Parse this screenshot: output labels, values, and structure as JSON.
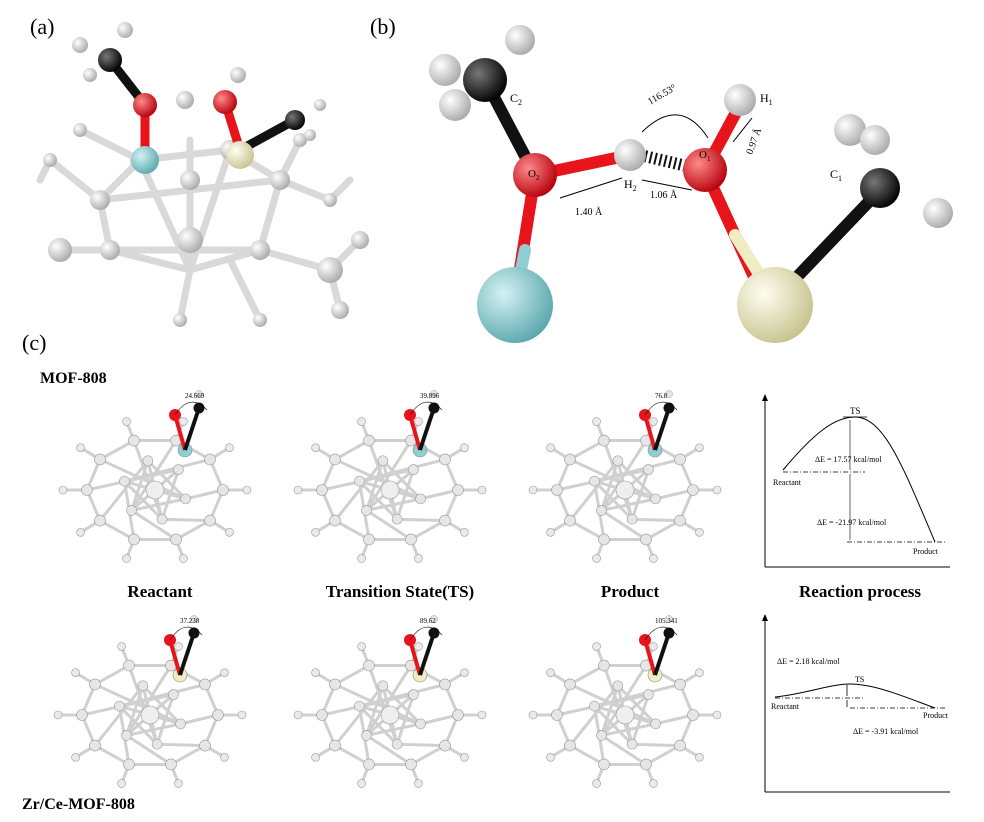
{
  "panels": {
    "a": "(a)",
    "b": "(b)",
    "c": "(c)"
  },
  "panel_b": {
    "atoms": {
      "c2": "C",
      "c2_sub": "2",
      "o2": "O",
      "o2_sub": "2",
      "h2": "H",
      "h2_sub": "2",
      "o1": "O",
      "o1_sub": "1",
      "h1": "H",
      "h1_sub": "1",
      "c1": "C",
      "c1_sub": "1"
    },
    "measurements": {
      "angle": "116.53°",
      "o2_h2": "1.40 Å",
      "h2_o1": "1.06 Å",
      "o1_h1": "0.97 Å"
    }
  },
  "rows": {
    "mof808": "MOF-808",
    "zrce": "Zr/Ce-MOF-808"
  },
  "captions": {
    "reactant": "Reactant",
    "ts": "Transition State(TS)",
    "product": "Product",
    "process": "Reaction process"
  },
  "angle_labels": {
    "mof_reactant": "24.669",
    "mof_ts": "39.896",
    "mof_product": "76.8",
    "zr_reactant": "37.238",
    "zr_ts": "89.62",
    "zr_product": "105.341"
  },
  "energy_mof808": {
    "ts": "TS",
    "reactant": "Reactant",
    "product": "Product",
    "de1": "ΔE = 17.57 kcal/mol",
    "de2": "ΔE = -21.97 kcal/mol"
  },
  "energy_zrce": {
    "ts": "TS",
    "reactant": "Reactant",
    "product": "Product",
    "de1": "ΔE = 2.18 kcal/mol",
    "de2": "ΔE = -3.91 kcal/mol"
  },
  "colors": {
    "oxygen": "#e8141b",
    "carbon": "#111111",
    "hydrogen": "#dcdcdc",
    "zr": "#8fcfd4",
    "ce": "#efedc4",
    "frame": "#cfcfcf"
  }
}
